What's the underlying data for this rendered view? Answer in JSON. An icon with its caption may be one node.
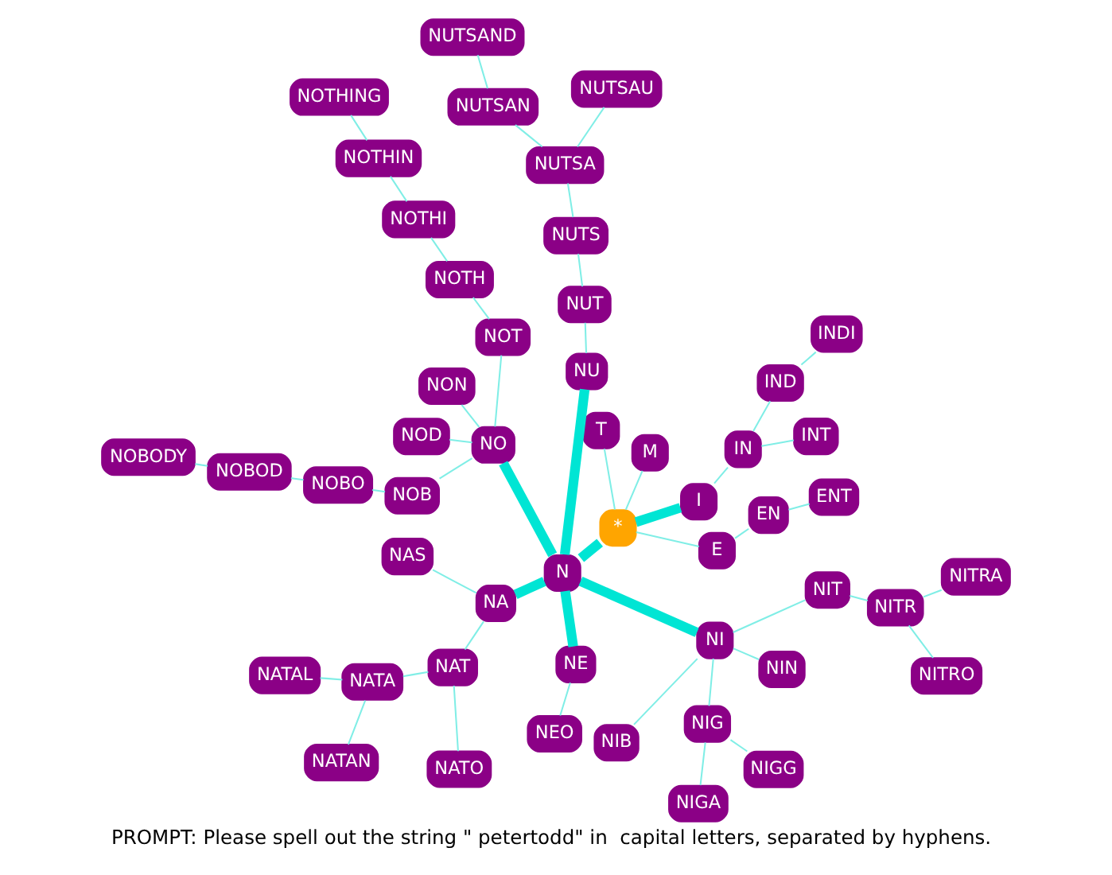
{
  "diagram": {
    "caption": "PROMPT: Please spell out the string \" petertodd\" in  capital letters, separated by hyphens.",
    "nodes": [
      {
        "text": [
          "*"
        ]
      },
      {
        "text": [
          "ENT"
        ]
      },
      {
        "text": [
          "EN"
        ]
      },
      {
        "text": [
          "E"
        ]
      },
      {
        "text": [
          "INDI"
        ]
      },
      {
        "text": [
          "INT"
        ]
      },
      {
        "text": [
          "IND"
        ]
      },
      {
        "text": [
          "IN"
        ]
      },
      {
        "text": [
          "I"
        ]
      },
      {
        "text": [
          "M"
        ]
      },
      {
        "text": [
          "T"
        ]
      },
      {
        "text": [
          "N"
        ]
      },
      {
        "text": [
          "NU"
        ]
      },
      {
        "text": [
          "NUT"
        ]
      },
      {
        "text": [
          "NUTS"
        ]
      },
      {
        "text": [
          "NUTSA"
        ]
      },
      {
        "text": [
          "NUTSAU"
        ]
      },
      {
        "text": [
          "NUTSAN"
        ]
      },
      {
        "text": [
          "NUTSAND"
        ]
      },
      {
        "text": [
          "NO"
        ]
      },
      {
        "text": [
          "NOT"
        ]
      },
      {
        "text": [
          "NOTH"
        ]
      },
      {
        "text": [
          "NOTHI"
        ]
      },
      {
        "text": [
          "NOTHIN"
        ]
      },
      {
        "text": [
          "NOTHING"
        ]
      },
      {
        "text": [
          "NON"
        ]
      },
      {
        "text": [
          "NOD"
        ]
      },
      {
        "text": [
          "NOB"
        ]
      },
      {
        "text": [
          "NOBO"
        ]
      },
      {
        "text": [
          "NOBOD"
        ]
      },
      {
        "text": [
          "NOBODY"
        ]
      },
      {
        "text": [
          "NA"
        ]
      },
      {
        "text": [
          "NAS"
        ]
      },
      {
        "text": [
          "NAT"
        ]
      },
      {
        "text": [
          "NATA"
        ]
      },
      {
        "text": [
          "NATAL"
        ]
      },
      {
        "text": [
          "NATAN"
        ]
      },
      {
        "text": [
          "NATO"
        ]
      },
      {
        "text": [
          "NE"
        ]
      },
      {
        "text": [
          "NEO"
        ]
      },
      {
        "text": [
          "NI"
        ]
      },
      {
        "text": [
          "NIB"
        ]
      },
      {
        "text": [
          "NIG"
        ]
      },
      {
        "text": [
          "NIGA"
        ]
      },
      {
        "text": [
          "NIGG"
        ]
      },
      {
        "text": [
          "NIN"
        ]
      },
      {
        "text": [
          "NIT"
        ]
      },
      {
        "text": [
          "NITR"
        ]
      },
      {
        "text": [
          "NITRO"
        ]
      },
      {
        "text": [
          "NITRA"
        ]
      }
    ],
    "edges": [
      {
        "from": 0,
        "to": 3,
        "arrow": "none"
      },
      {
        "from": 3,
        "to": 2,
        "arrow": "none"
      },
      {
        "from": 2,
        "to": 1,
        "arrow": "none"
      },
      {
        "from": 0,
        "to": 8,
        "arrow": "none",
        "style": "thick",
        "color": "#00e5d4"
      },
      {
        "from": 8,
        "to": 7,
        "arrow": "none"
      },
      {
        "from": 7,
        "to": 5,
        "arrow": "none"
      },
      {
        "from": 7,
        "to": 6,
        "arrow": "none"
      },
      {
        "from": 6,
        "to": 4,
        "arrow": "none"
      },
      {
        "from": 0,
        "to": 9,
        "arrow": "none"
      },
      {
        "from": 0,
        "to": 10,
        "arrow": "none"
      },
      {
        "from": 0,
        "to": 11,
        "arrow": "none",
        "style": "thick",
        "color": "#00e5d4"
      },
      {
        "from": 11,
        "to": 12,
        "arrow": "none",
        "style": "thick",
        "color": "#00e5d4"
      },
      {
        "from": 12,
        "to": 13,
        "arrow": "none"
      },
      {
        "from": 13,
        "to": 14,
        "arrow": "none"
      },
      {
        "from": 14,
        "to": 15,
        "arrow": "none"
      },
      {
        "from": 15,
        "to": 16,
        "arrow": "none"
      },
      {
        "from": 15,
        "to": 17,
        "arrow": "none"
      },
      {
        "from": 17,
        "to": 18,
        "arrow": "none"
      },
      {
        "from": 11,
        "to": 19,
        "arrow": "none",
        "style": "thick",
        "color": "#00e5d4"
      },
      {
        "from": 19,
        "to": 20,
        "arrow": "none"
      },
      {
        "from": 20,
        "to": 21,
        "arrow": "none"
      },
      {
        "from": 21,
        "to": 22,
        "arrow": "none"
      },
      {
        "from": 22,
        "to": 23,
        "arrow": "none"
      },
      {
        "from": 23,
        "to": 24,
        "arrow": "none"
      },
      {
        "from": 19,
        "to": 25,
        "arrow": "none"
      },
      {
        "from": 19,
        "to": 26,
        "arrow": "none"
      },
      {
        "from": 19,
        "to": 27,
        "arrow": "none"
      },
      {
        "from": 27,
        "to": 28,
        "arrow": "none"
      },
      {
        "from": 28,
        "to": 29,
        "arrow": "none"
      },
      {
        "from": 29,
        "to": 30,
        "arrow": "none"
      },
      {
        "from": 11,
        "to": 31,
        "arrow": "none",
        "style": "thick",
        "color": "#00e5d4"
      },
      {
        "from": 31,
        "to": 32,
        "arrow": "none"
      },
      {
        "from": 31,
        "to": 33,
        "arrow": "none"
      },
      {
        "from": 33,
        "to": 34,
        "arrow": "none"
      },
      {
        "from": 34,
        "to": 35,
        "arrow": "none"
      },
      {
        "from": 34,
        "to": 36,
        "arrow": "none"
      },
      {
        "from": 33,
        "to": 37,
        "arrow": "none"
      },
      {
        "from": 11,
        "to": 38,
        "arrow": "none",
        "style": "thick",
        "color": "#00e5d4"
      },
      {
        "from": 38,
        "to": 39,
        "arrow": "none"
      },
      {
        "from": 11,
        "to": 40,
        "arrow": "none",
        "style": "thick",
        "color": "#00e5d4"
      },
      {
        "from": 40,
        "to": 41,
        "arrow": "none"
      },
      {
        "from": 40,
        "to": 42,
        "arrow": "none"
      },
      {
        "from": 42,
        "to": 43,
        "arrow": "none"
      },
      {
        "from": 42,
        "to": 44,
        "arrow": "none"
      },
      {
        "from": 40,
        "to": 45,
        "arrow": "none"
      },
      {
        "from": 40,
        "to": 46,
        "arrow": "none"
      },
      {
        "from": 46,
        "to": 47,
        "arrow": "none"
      },
      {
        "from": 47,
        "to": 48,
        "arrow": "none"
      },
      {
        "from": 47,
        "to": 49,
        "arrow": "none"
      }
    ]
  }
}
